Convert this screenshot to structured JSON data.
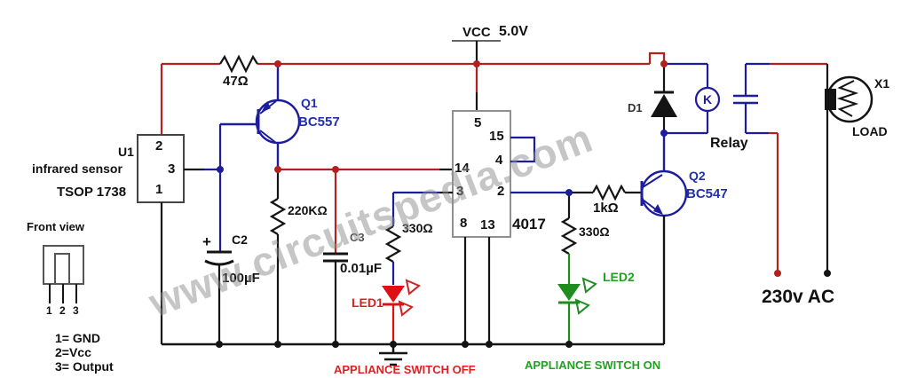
{
  "power": {
    "vcc": "VCC",
    "vcc_value": "5.0V",
    "mains": "230v AC"
  },
  "parts": {
    "r1": "47Ω",
    "q1_ref": "Q1",
    "q1_part": "BC557",
    "u1_ref": "U1",
    "u1_desc": "infrared sensor",
    "u1_part": "TSOP 1738",
    "c2_plus": "+",
    "c2_ref": "C2",
    "c2_val": "100µF",
    "r2": "220KΩ",
    "c3_ref": "C3",
    "c3_val": "0.01µF",
    "r3": "330Ω",
    "led1": "LED1",
    "ic_part": "4017",
    "r4": "330Ω",
    "r5": "1kΩ",
    "led2": "LED2",
    "q2_ref": "Q2",
    "q2_part": "BC547",
    "d1": "D1",
    "relay_k": "K",
    "relay": "Relay",
    "x1": "X1",
    "load": "LOAD"
  },
  "ic_pins": {
    "p5": "5",
    "p15": "15",
    "p4": "4",
    "p14": "14",
    "p3": "3",
    "p2": "2",
    "p8": "8",
    "p13": "13"
  },
  "sensor_pins": {
    "p2": "2",
    "p3": "3",
    "p1": "1"
  },
  "front_view": {
    "title": "Front view",
    "legs": [
      "1",
      "2",
      "3"
    ],
    "legend_gnd": "1= GND",
    "legend_vcc": "2=Vcc",
    "legend_out": "3= Output"
  },
  "status": {
    "off": "APPLIANCE SWITCH OFF",
    "on": "APPLIANCE SWITCH ON"
  },
  "watermark": {
    "text": "www.circuitspedia.com"
  },
  "colors": {
    "wire_red": "#b22020",
    "wire_blue": "#1c1c9c",
    "wire_black": "#141414",
    "led_red": "#e01010",
    "led_green": "#1e8c1e",
    "text_blue": "#2230a8",
    "text_red": "#e02020",
    "text_green": "#21a121"
  }
}
